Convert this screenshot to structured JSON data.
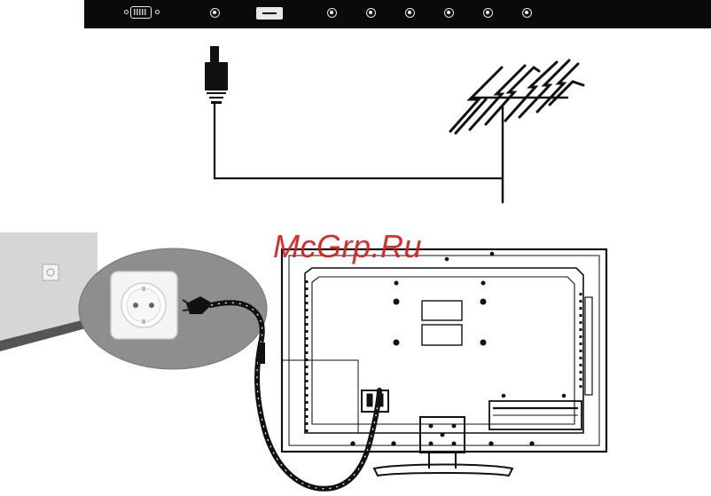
{
  "watermark": {
    "text": "McGrp.Ru",
    "color": "#d91a1a"
  },
  "connector_panel": {
    "ports": [
      "vga-port",
      "audio-jack",
      "hdmi-port",
      "av-jack-1",
      "av-jack-2",
      "av-jack-3",
      "av-jack-4",
      "av-jack-5",
      "av-jack-6"
    ]
  },
  "diagram": {
    "subjects": [
      "antenna-cable",
      "outdoor-antenna",
      "wall-power-socket",
      "tv-rear-view",
      "power-cord"
    ]
  }
}
